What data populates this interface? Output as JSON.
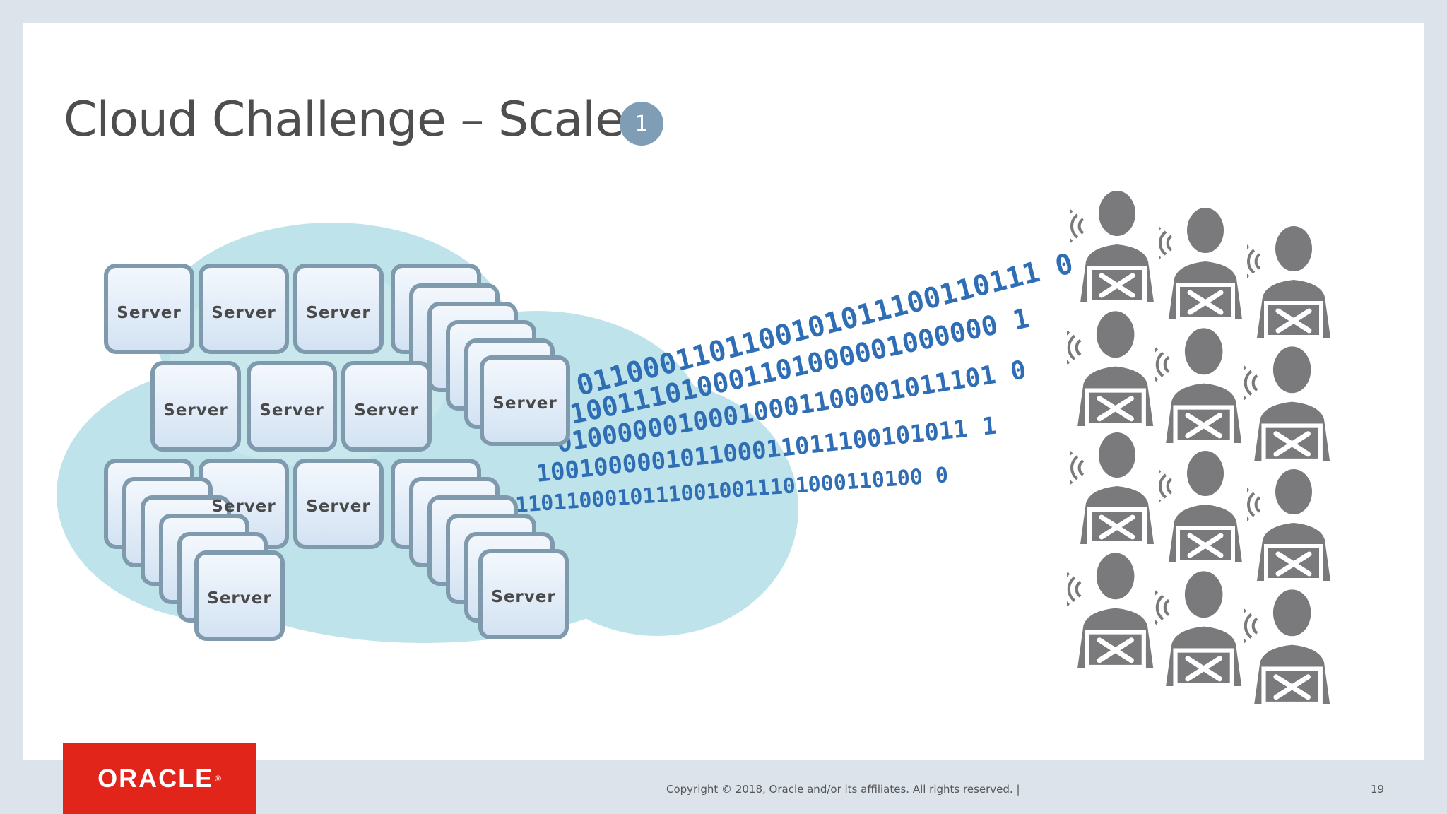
{
  "slide": {
    "title": "Cloud Challenge – Scale",
    "step_badge": "1",
    "server_label": "Server",
    "binary_lines": [
      "0110001101100101011100110111 0",
      "100111010001101000001000000 1",
      "01000000100010001100001011101 0",
      "100100000101100011011100101011 1",
      "11011000101110010011101000110100 0"
    ],
    "footer": {
      "copyright": "Copyright © 2018, Oracle and/or its affiliates. All rights reserved.  |",
      "page_number": "19",
      "logo_text": "ORACLE",
      "logo_mark": "®"
    }
  },
  "colors": {
    "background": "#dce3ea",
    "cloud": "#bfe3ea",
    "server_fill": "#dfeaf7",
    "server_border": "#7f99ad",
    "binary": "#2f6eb5",
    "people": "#7a7a7c",
    "badge": "#7f9db4",
    "oracle_red": "#e1251b"
  }
}
